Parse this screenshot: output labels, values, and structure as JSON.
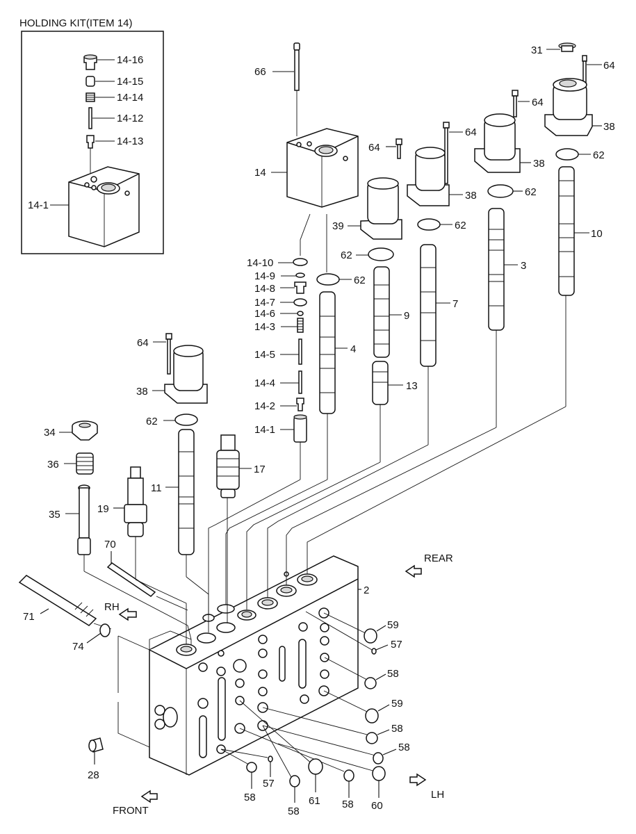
{
  "holding_kit": {
    "title": "HOLDING KIT(ITEM 14)",
    "labels": [
      "14-16",
      "14-15",
      "14-14",
      "14-12",
      "14-13",
      "14-1"
    ]
  },
  "callouts": [
    "66",
    "31",
    "64",
    "64",
    "64",
    "64",
    "38",
    "38",
    "38",
    "62",
    "14",
    "39",
    "62",
    "62",
    "10",
    "14-10",
    "14-9",
    "14-8",
    "14-7",
    "14-6",
    "14-3",
    "14-5",
    "14-4",
    "14-2",
    "14-1",
    "62",
    "62",
    "3",
    "9",
    "7",
    "4",
    "13",
    "64",
    "38",
    "62",
    "34",
    "36",
    "17",
    "11",
    "19",
    "35",
    "70",
    "2",
    "71",
    "28",
    "74",
    "59",
    "57",
    "58",
    "59",
    "58",
    "58",
    "58",
    "57",
    "61",
    "58",
    "60",
    "58"
  ],
  "directions": {
    "rear": "REAR",
    "rh": "RH",
    "lh": "LH",
    "front": "FRONT"
  }
}
